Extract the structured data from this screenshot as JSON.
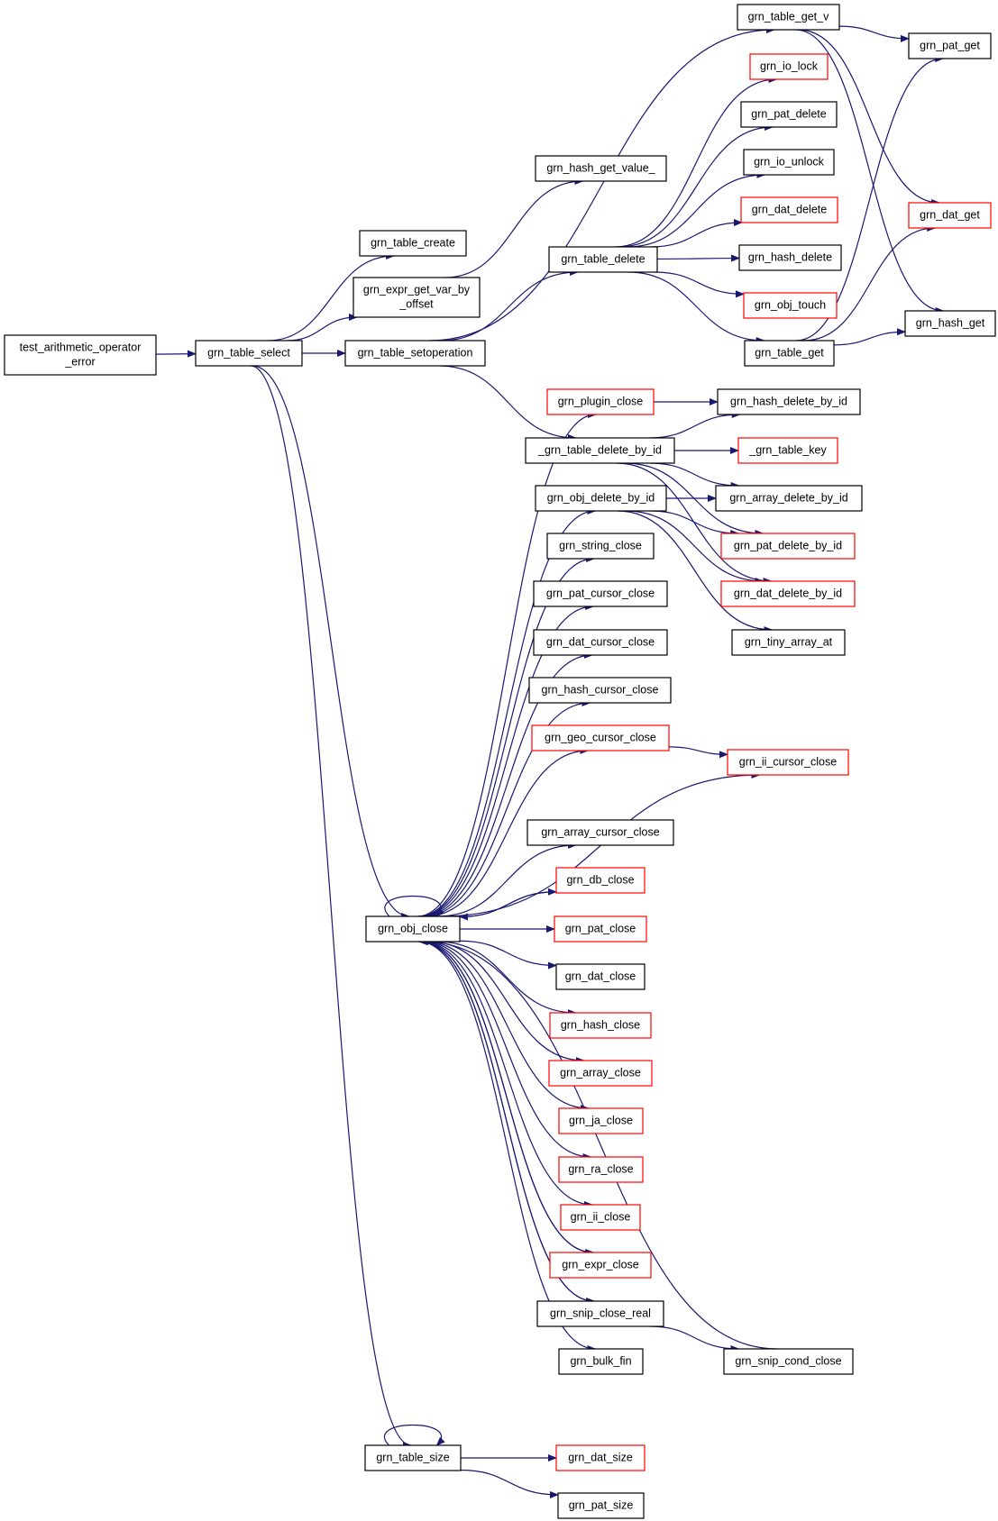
{
  "colors": {
    "edge": "#191970",
    "border_normal": "#000000",
    "border_truncated": "#ff0000",
    "root_fill": "#bfbfbf",
    "node_fill": "#ffffff"
  },
  "nodes": {
    "root": {
      "lines": [
        "test_arithmetic_operator",
        "_error"
      ],
      "border": "normal",
      "root": true
    },
    "table_select": {
      "lines": [
        "grn_table_select"
      ],
      "border": "normal"
    },
    "table_create": {
      "lines": [
        "grn_table_create"
      ],
      "border": "normal"
    },
    "expr_get_var": {
      "lines": [
        "grn_expr_get_var_by",
        "_offset"
      ],
      "border": "normal"
    },
    "table_setop": {
      "lines": [
        "grn_table_setoperation"
      ],
      "border": "normal"
    },
    "hash_get_value": {
      "lines": [
        "grn_hash_get_value_"
      ],
      "border": "normal"
    },
    "table_delete": {
      "lines": [
        "grn_table_delete"
      ],
      "border": "normal"
    },
    "table_get_v": {
      "lines": [
        "grn_table_get_v"
      ],
      "border": "normal"
    },
    "io_lock": {
      "lines": [
        "grn_io_lock"
      ],
      "border": "truncated"
    },
    "pat_delete": {
      "lines": [
        "grn_pat_delete"
      ],
      "border": "normal"
    },
    "io_unlock": {
      "lines": [
        "grn_io_unlock"
      ],
      "border": "normal"
    },
    "dat_delete": {
      "lines": [
        "grn_dat_delete"
      ],
      "border": "truncated"
    },
    "hash_delete": {
      "lines": [
        "grn_hash_delete"
      ],
      "border": "normal"
    },
    "obj_touch": {
      "lines": [
        "grn_obj_touch"
      ],
      "border": "truncated"
    },
    "table_get": {
      "lines": [
        "grn_table_get"
      ],
      "border": "normal"
    },
    "pat_get": {
      "lines": [
        "grn_pat_get"
      ],
      "border": "normal"
    },
    "dat_get": {
      "lines": [
        "grn_dat_get"
      ],
      "border": "truncated"
    },
    "hash_get": {
      "lines": [
        "grn_hash_get"
      ],
      "border": "normal"
    },
    "plugin_close": {
      "lines": [
        "grn_plugin_close"
      ],
      "border": "truncated"
    },
    "hash_del_by_id": {
      "lines": [
        "grn_hash_delete_by_id"
      ],
      "border": "normal"
    },
    "tbl_del_by_id": {
      "lines": [
        "_grn_table_delete_by_id"
      ],
      "border": "normal"
    },
    "grn_table_key": {
      "lines": [
        "_grn_table_key"
      ],
      "border": "truncated"
    },
    "obj_del_by_id": {
      "lines": [
        "grn_obj_delete_by_id"
      ],
      "border": "normal"
    },
    "array_del_by_id": {
      "lines": [
        "grn_array_delete_by_id"
      ],
      "border": "normal"
    },
    "pat_del_by_id": {
      "lines": [
        "grn_pat_delete_by_id"
      ],
      "border": "truncated"
    },
    "dat_del_by_id": {
      "lines": [
        "grn_dat_delete_by_id"
      ],
      "border": "truncated"
    },
    "tiny_array_at": {
      "lines": [
        "grn_tiny_array_at"
      ],
      "border": "normal"
    },
    "string_close": {
      "lines": [
        "grn_string_close"
      ],
      "border": "normal"
    },
    "pat_cursor_close": {
      "lines": [
        "grn_pat_cursor_close"
      ],
      "border": "normal"
    },
    "dat_cursor_close": {
      "lines": [
        "grn_dat_cursor_close"
      ],
      "border": "normal"
    },
    "hash_cursor_close": {
      "lines": [
        "grn_hash_cursor_close"
      ],
      "border": "normal"
    },
    "geo_cursor_close": {
      "lines": [
        "grn_geo_cursor_close"
      ],
      "border": "truncated"
    },
    "ii_cursor_close": {
      "lines": [
        "grn_ii_cursor_close"
      ],
      "border": "truncated"
    },
    "array_cursor_close": {
      "lines": [
        "grn_array_cursor_close"
      ],
      "border": "normal"
    },
    "db_close": {
      "lines": [
        "grn_db_close"
      ],
      "border": "truncated"
    },
    "obj_close": {
      "lines": [
        "grn_obj_close"
      ],
      "border": "normal"
    },
    "pat_close": {
      "lines": [
        "grn_pat_close"
      ],
      "border": "truncated"
    },
    "dat_close": {
      "lines": [
        "grn_dat_close"
      ],
      "border": "normal"
    },
    "hash_close": {
      "lines": [
        "grn_hash_close"
      ],
      "border": "truncated"
    },
    "array_close": {
      "lines": [
        "grn_array_close"
      ],
      "border": "truncated"
    },
    "ja_close": {
      "lines": [
        "grn_ja_close"
      ],
      "border": "truncated"
    },
    "ra_close": {
      "lines": [
        "grn_ra_close"
      ],
      "border": "truncated"
    },
    "ii_close": {
      "lines": [
        "grn_ii_close"
      ],
      "border": "truncated"
    },
    "expr_close": {
      "lines": [
        "grn_expr_close"
      ],
      "border": "truncated"
    },
    "snip_close_real": {
      "lines": [
        "grn_snip_close_real"
      ],
      "border": "normal"
    },
    "bulk_fin": {
      "lines": [
        "grn_bulk_fin"
      ],
      "border": "normal"
    },
    "snip_cond_close": {
      "lines": [
        "grn_snip_cond_close"
      ],
      "border": "normal"
    },
    "table_size": {
      "lines": [
        "grn_table_size"
      ],
      "border": "normal"
    },
    "dat_size": {
      "lines": [
        "grn_dat_size"
      ],
      "border": "truncated"
    },
    "pat_size": {
      "lines": [
        "grn_pat_size"
      ],
      "border": "normal"
    }
  },
  "edges": [
    [
      "root",
      "table_select"
    ],
    [
      "table_select",
      "table_create"
    ],
    [
      "table_select",
      "expr_get_var"
    ],
    [
      "table_select",
      "table_setop"
    ],
    [
      "table_select",
      "obj_close"
    ],
    [
      "table_select",
      "table_size"
    ],
    [
      "expr_get_var",
      "hash_get_value"
    ],
    [
      "table_setop",
      "table_get_v"
    ],
    [
      "table_setop",
      "table_delete"
    ],
    [
      "table_setop",
      "tbl_del_by_id"
    ],
    [
      "table_delete",
      "io_lock"
    ],
    [
      "table_delete",
      "pat_delete"
    ],
    [
      "table_delete",
      "io_unlock"
    ],
    [
      "table_delete",
      "dat_delete"
    ],
    [
      "table_delete",
      "hash_delete"
    ],
    [
      "table_delete",
      "obj_touch"
    ],
    [
      "table_delete",
      "table_get"
    ],
    [
      "table_get_v",
      "pat_get"
    ],
    [
      "table_get_v",
      "dat_get"
    ],
    [
      "table_get_v",
      "hash_get"
    ],
    [
      "table_get",
      "pat_get"
    ],
    [
      "table_get",
      "dat_get"
    ],
    [
      "table_get",
      "hash_get"
    ],
    [
      "plugin_close",
      "hash_del_by_id"
    ],
    [
      "tbl_del_by_id",
      "hash_del_by_id"
    ],
    [
      "tbl_del_by_id",
      "grn_table_key"
    ],
    [
      "tbl_del_by_id",
      "array_del_by_id"
    ],
    [
      "tbl_del_by_id",
      "pat_del_by_id"
    ],
    [
      "tbl_del_by_id",
      "dat_del_by_id"
    ],
    [
      "obj_del_by_id",
      "array_del_by_id"
    ],
    [
      "obj_del_by_id",
      "pat_del_by_id"
    ],
    [
      "obj_del_by_id",
      "dat_del_by_id"
    ],
    [
      "obj_del_by_id",
      "tiny_array_at"
    ],
    [
      "geo_cursor_close",
      "ii_cursor_close"
    ],
    [
      "obj_close",
      "plugin_close"
    ],
    [
      "obj_close",
      "obj_del_by_id"
    ],
    [
      "obj_close",
      "string_close"
    ],
    [
      "obj_close",
      "pat_cursor_close"
    ],
    [
      "obj_close",
      "dat_cursor_close"
    ],
    [
      "obj_close",
      "hash_cursor_close"
    ],
    [
      "obj_close",
      "geo_cursor_close"
    ],
    [
      "obj_close",
      "ii_cursor_close"
    ],
    [
      "obj_close",
      "array_cursor_close"
    ],
    [
      "obj_close",
      "db_close"
    ],
    [
      "db_close",
      "obj_close"
    ],
    [
      "obj_close",
      "obj_close"
    ],
    [
      "obj_close",
      "pat_close"
    ],
    [
      "obj_close",
      "dat_close"
    ],
    [
      "obj_close",
      "hash_close"
    ],
    [
      "obj_close",
      "array_close"
    ],
    [
      "obj_close",
      "ja_close"
    ],
    [
      "obj_close",
      "ra_close"
    ],
    [
      "obj_close",
      "ii_close"
    ],
    [
      "obj_close",
      "expr_close"
    ],
    [
      "expr_close",
      "obj_close"
    ],
    [
      "obj_close",
      "snip_close_real"
    ],
    [
      "snip_close_real",
      "obj_close"
    ],
    [
      "obj_close",
      "bulk_fin"
    ],
    [
      "snip_close_real",
      "snip_cond_close"
    ],
    [
      "snip_cond_close",
      "obj_close"
    ],
    [
      "table_size",
      "table_size"
    ],
    [
      "table_size",
      "dat_size"
    ],
    [
      "table_size",
      "pat_size"
    ]
  ]
}
